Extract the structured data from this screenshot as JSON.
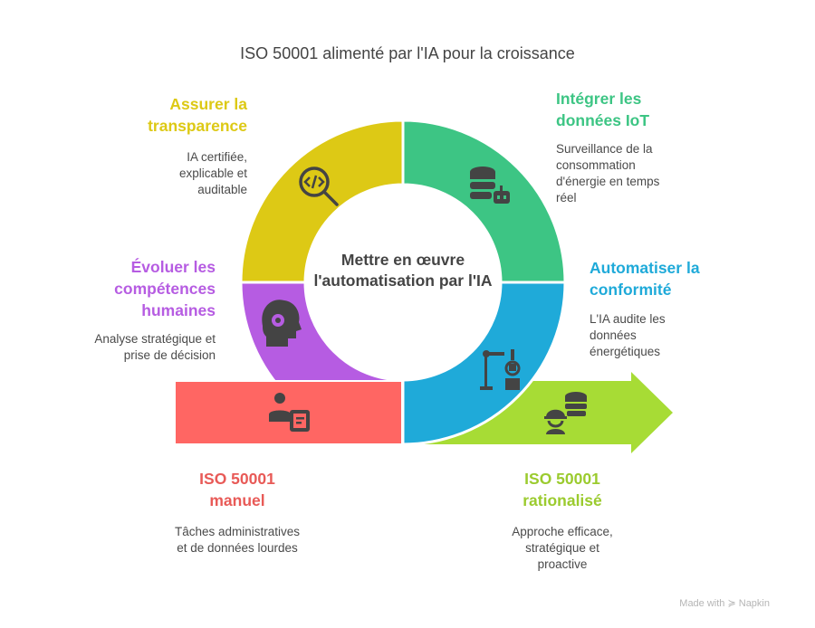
{
  "title": "ISO 50001 alimenté par l'IA pour la croissance",
  "center": "Mettre en œuvre l'automatisation par l'IA",
  "colors": {
    "yellow": "#DDC915",
    "green": "#3DC584",
    "blue": "#1FAAD9",
    "purple": "#B65CE2",
    "red": "#FF6663",
    "lime": "#A7DC35",
    "icon": "#444444"
  },
  "sections": {
    "transparence": {
      "title": "Assurer la transparence",
      "desc": "IA certifiée, explicable et auditable",
      "icon": "code-search-icon"
    },
    "iot": {
      "title": "Intégrer les données IoT",
      "desc": "Surveillance de la consommation d'énergie en temps réel",
      "icon": "database-robot-icon"
    },
    "competences": {
      "title": "Évoluer les compétences humaines",
      "desc": "Analyse stratégique et prise de décision",
      "icon": "head-gear-icon"
    },
    "conformite": {
      "title": "Automatiser la conformité",
      "desc": "L'IA audite les données énergétiques",
      "icon": "robot-arm-icon"
    },
    "manuel": {
      "title": "ISO 50001 manuel",
      "desc": "Tâches administratives et de données lourdes",
      "icon": "person-document-icon"
    },
    "rationalise": {
      "title": "ISO 50001 rationalisé",
      "desc": "Approche efficace, stratégique et proactive",
      "icon": "worker-database-icon"
    }
  },
  "brand": "Made with ≽ Napkin"
}
